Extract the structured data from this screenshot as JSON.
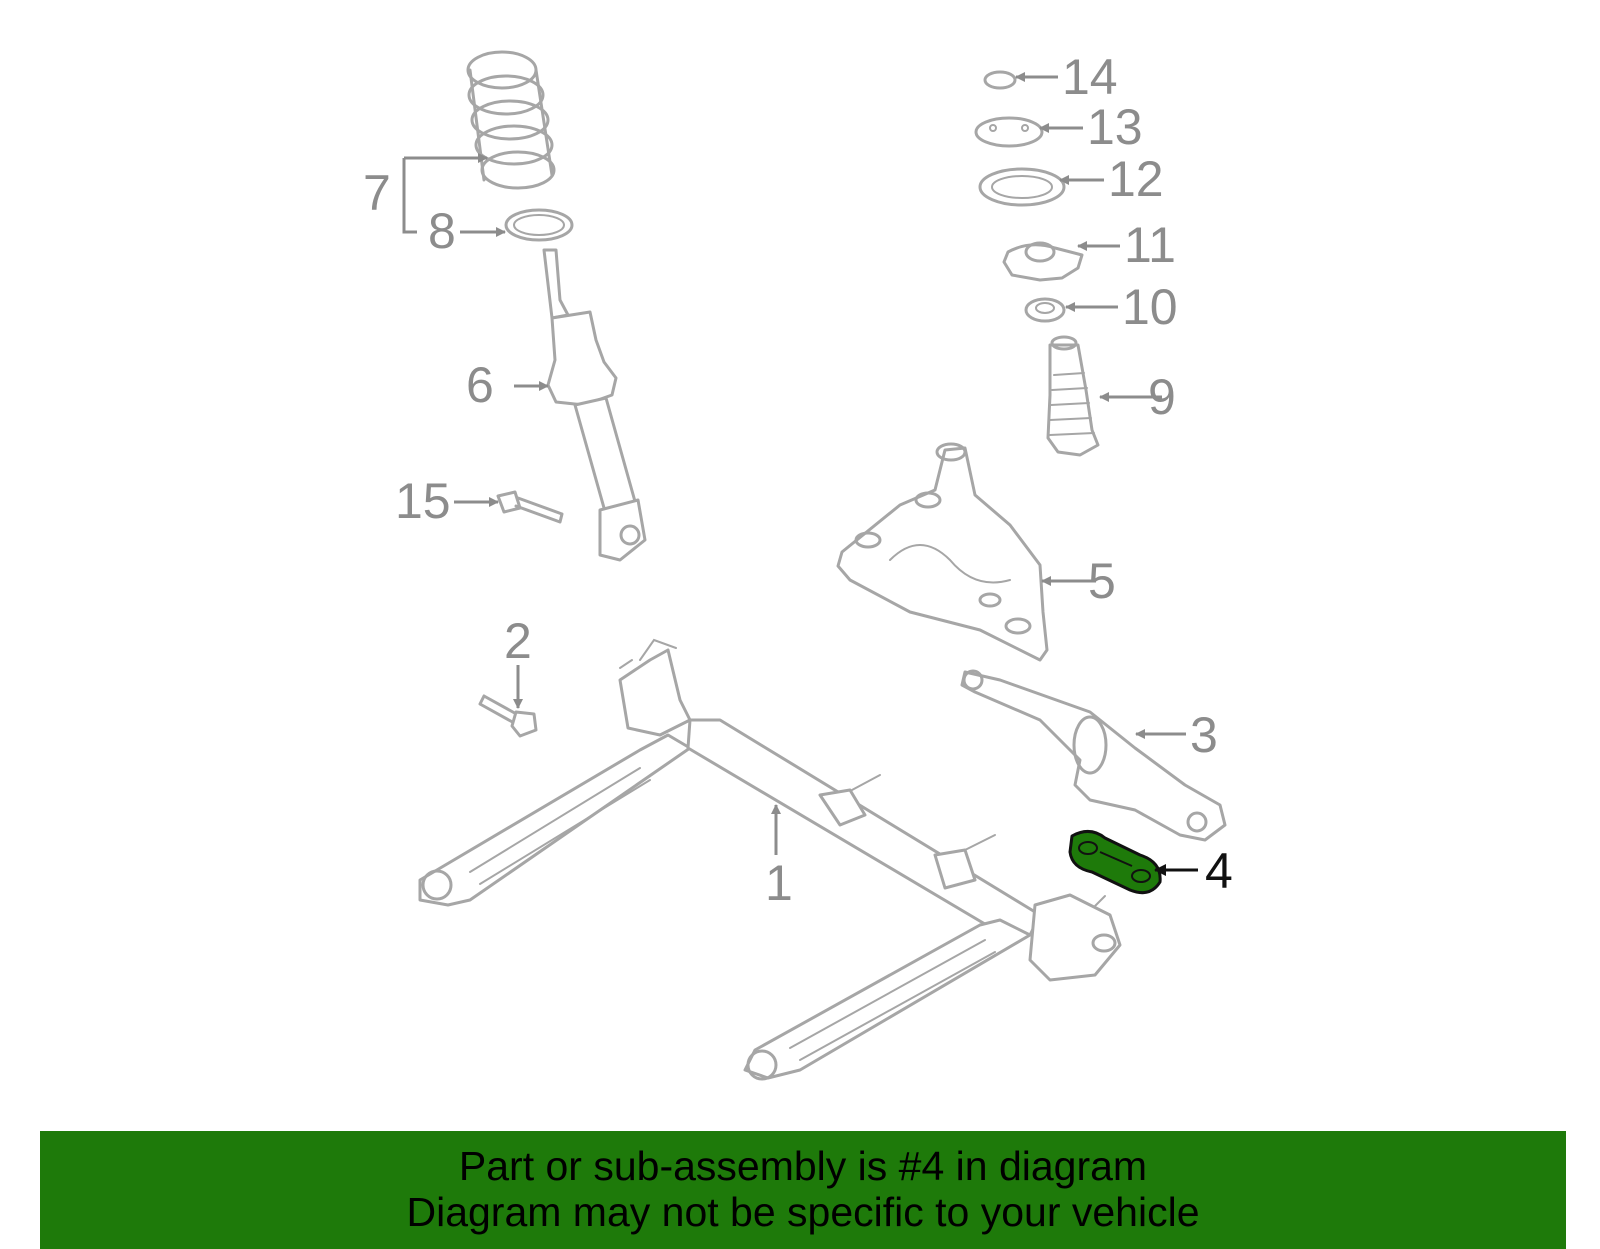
{
  "highlight_color": "#1e7a0a",
  "callouts": [
    {
      "id": "1",
      "label": "1"
    },
    {
      "id": "2",
      "label": "2"
    },
    {
      "id": "3",
      "label": "3"
    },
    {
      "id": "4",
      "label": "4"
    },
    {
      "id": "5",
      "label": "5"
    },
    {
      "id": "6",
      "label": "6"
    },
    {
      "id": "7",
      "label": "7"
    },
    {
      "id": "8",
      "label": "8"
    },
    {
      "id": "9",
      "label": "9"
    },
    {
      "id": "10",
      "label": "10"
    },
    {
      "id": "11",
      "label": "11"
    },
    {
      "id": "12",
      "label": "12"
    },
    {
      "id": "13",
      "label": "13"
    },
    {
      "id": "14",
      "label": "14"
    },
    {
      "id": "15",
      "label": "15"
    }
  ],
  "highlighted_part": "4",
  "banner": {
    "line1": "Part or sub-assembly is #4 in diagram",
    "line2": "Diagram may not be specific to your vehicle"
  }
}
